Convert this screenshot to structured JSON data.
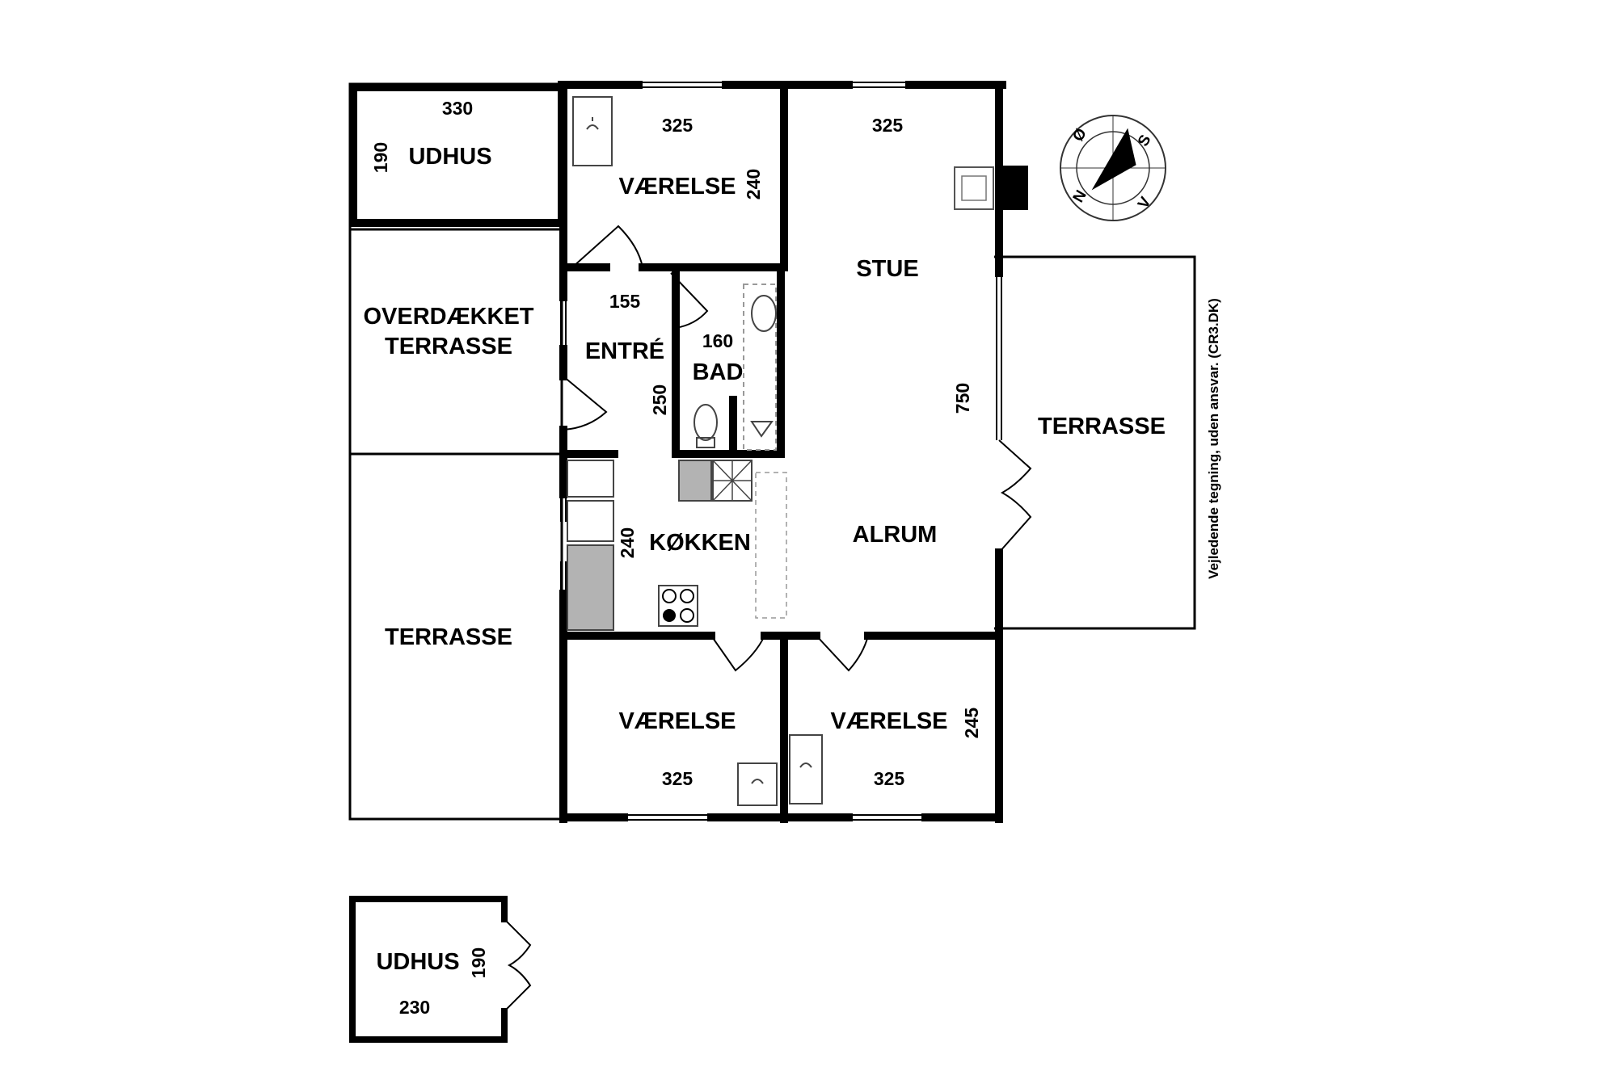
{
  "rooms": {
    "udhus_top": "UDHUS",
    "overdaekket_line1": "OVERDÆKKET",
    "overdaekket_line2": "TERRASSE",
    "terrasse_left": "TERRASSE",
    "vaerelse_top": "VÆRELSE",
    "stue": "STUE",
    "entre": "ENTRÉ",
    "bad": "BAD",
    "koekken": "KØKKEN",
    "alrum": "ALRUM",
    "terrasse_right": "TERRASSE",
    "vaerelse_bottom_left": "VÆRELSE",
    "vaerelse_bottom_right": "VÆRELSE",
    "udhus_bottom": "UDHUS"
  },
  "dimensions": {
    "udhus_top_width": "330",
    "udhus_top_depth": "190",
    "vaerelse_top_width": "325",
    "vaerelse_top_depth": "240",
    "stue_width": "325",
    "stue_depth": "750",
    "entre_width": "155",
    "bad_width": "160",
    "bad_depth": "250",
    "koekken_depth": "240",
    "vaerelse_bottom_left_width": "325",
    "vaerelse_bottom_right_width": "325",
    "vaerelse_bottom_right_depth": "245",
    "udhus_bottom_depth": "190",
    "udhus_bottom_width": "230"
  },
  "compass": {
    "north": "N",
    "east": "Ø",
    "south": "S",
    "west": "V"
  },
  "disclaimer": "Vejledende tegning, uden ansvar. (CR3.DK)",
  "colors": {
    "wall": "#000000",
    "background": "#ffffff",
    "counter": "#b3b3b3"
  }
}
